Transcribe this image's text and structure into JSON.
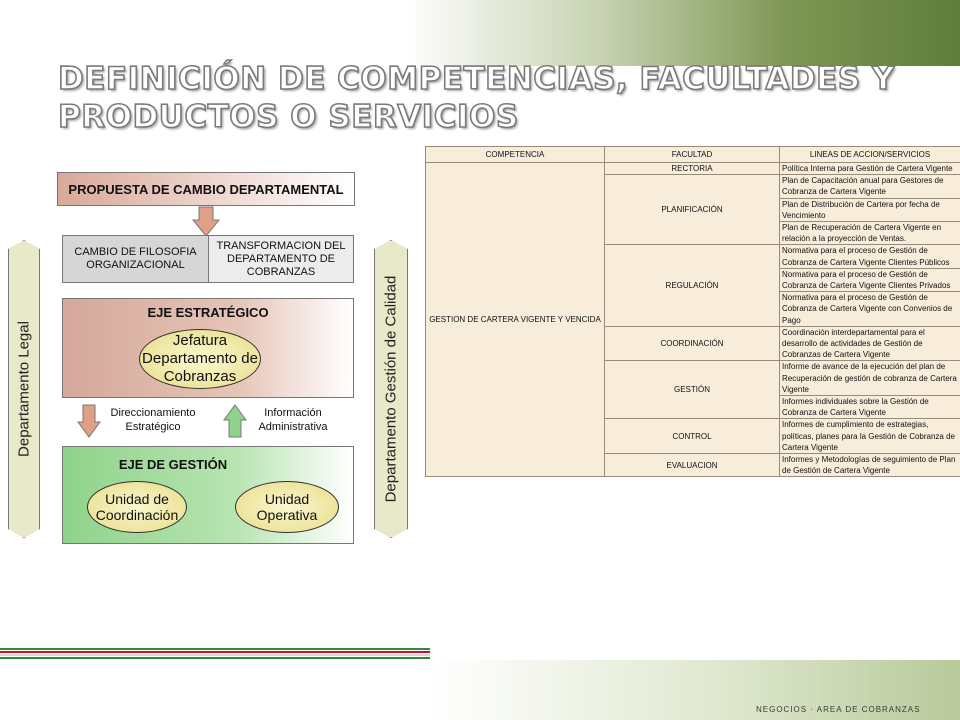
{
  "title": {
    "line1": "DEFINICIÓN  DE COMPETENCIAS, FACULTADES Y",
    "line2": "PRODUCTOS  O SERVICIOS"
  },
  "diagram": {
    "propuesta": "PROPUESTA DE CAMBIO DEPARTAMENTAL",
    "cambio_filosofia": "CAMBIO DE FILOSOFIA ORGANIZACIONAL",
    "transformacion": "TRANSFORMACION DEL DEPARTAMENTO DE COBRANZAS",
    "depto_legal": "Departamento Legal",
    "depto_calidad": "Departamento Gestión de Calidad",
    "eje_estrategico": "EJE ESTRATÉGICO",
    "jefatura": "Jefatura Departamento de Cobranzas",
    "direccionamiento": "Direccionamiento Estratégico",
    "informacion": "Información Administrativa",
    "eje_gestion": "EJE DE GESTIÓN",
    "unidad_coordinacion": "Unidad de Coordinación",
    "unidad_operativa": "Unidad Operativa"
  },
  "table": {
    "headers": [
      "COMPETENCIA",
      "FACULTAD",
      "LINEAS DE ACCION/SERVICIOS"
    ],
    "competencia": "GESTION DE CARTERA VIGENTE Y VENCIDA",
    "facultades": [
      {
        "name": "RECTORIA",
        "lineas": [
          "Política Interna para Gestión de Cartera Vigente"
        ]
      },
      {
        "name": "PLANIFICACIÓN",
        "lineas": [
          "Plan de Capacitación anual para Gestores de Cobranza de Cartera Vigente",
          "Plan de Distribución de Cartera por fecha de Vencimiento",
          "Plan de Recuperación de Cartera Vigente en relación a la proyección de Ventas."
        ]
      },
      {
        "name": "REGULACIÓN",
        "lineas": [
          "Normativa para el proceso de Gestión de Cobranza de Cartera Vigente Clientes Públicos",
          "Normativa para el proceso de Gestión de Cobranza de Cartera Vigente Clientes Privados",
          "Normativa para el proceso de Gestión de Cobranza de Cartera Vigente con Convenios de Pago"
        ]
      },
      {
        "name": "COORDINACIÓN",
        "lineas": [
          "Coordinación interdepartamental para el desarrollo de actividades de Gestión de Cobranzas de Cartera Vigente"
        ]
      },
      {
        "name": "GESTIÓN",
        "lineas": [
          "Informe de avance de la ejecución del plan de Recuperación de gestión de cobranza de Cartera Vigente",
          "Informes individuales sobre la Gestión de Cobranza de Cartera Vigente"
        ]
      },
      {
        "name": "CONTROL",
        "lineas": [
          "Informes de cumplimiento de estrategias, políticas, planes para la Gestión de Cobranza de Cartera Vigente"
        ]
      },
      {
        "name": "EVALUACION",
        "lineas": [
          "Informes y Metodologías de seguimiento de Plan de Gestión de Cartera Vigente"
        ]
      }
    ]
  },
  "footer_text": "NEGOCIOS · AREA DE COBRANZAS",
  "colors": {
    "top_green": "#5f7d3b",
    "stripe_red": "#c8102e",
    "stripe_green": "#2e8b3a",
    "estrategico_fill": "#d4a89a",
    "gestion_fill": "#8fd38a",
    "oval_fill": "#f3eeb0",
    "table_fill": "#f8ecdb"
  }
}
